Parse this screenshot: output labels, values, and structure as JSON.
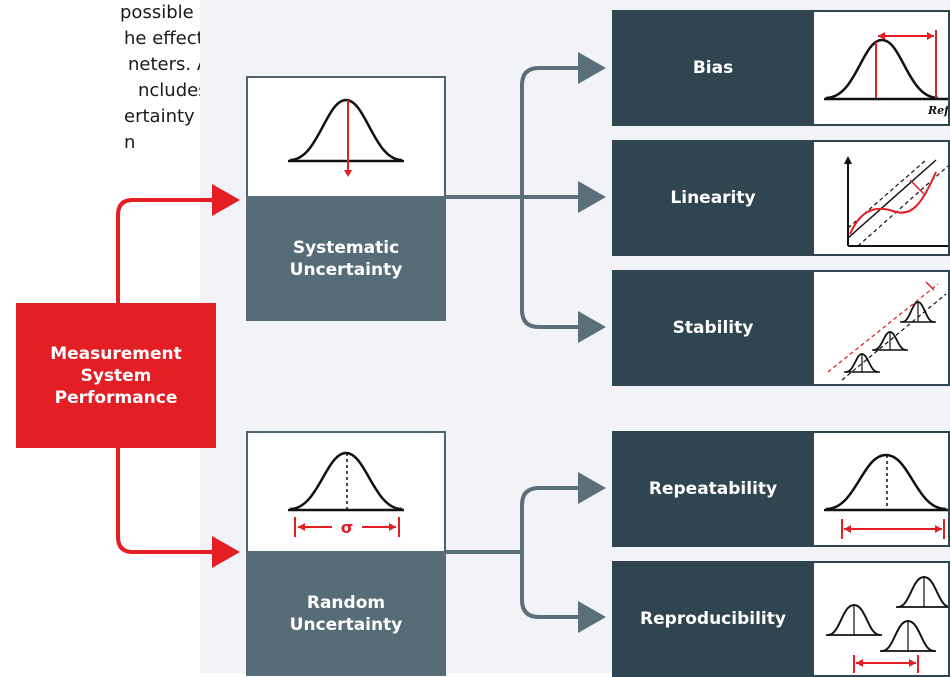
{
  "intro_lines": [
    "possible to",
    "he effect",
    "neters. As",
    "ncludes",
    "ertainty",
    "n"
  ],
  "root": {
    "lines": [
      "Measurement",
      "System",
      "Performance"
    ]
  },
  "systematic": {
    "lines": [
      "Systematic",
      "Uncertainty"
    ]
  },
  "random": {
    "lines": [
      "Random",
      "Uncertainty"
    ],
    "sigma": "σ"
  },
  "leaves": {
    "bias": {
      "label": "Bias",
      "ref_text": "Ref"
    },
    "linearity": {
      "label": "Linearity"
    },
    "stability": {
      "label": "Stability"
    },
    "repeatability": {
      "label": "Repeatability"
    },
    "reproducibility": {
      "label": "Reproducibility"
    }
  },
  "colors": {
    "red": "#e31e24",
    "systematic_fill": "#566d78",
    "leaf_fill": "#2f4550",
    "connector": "#5a6f7a",
    "background": "#f1f3f6"
  }
}
